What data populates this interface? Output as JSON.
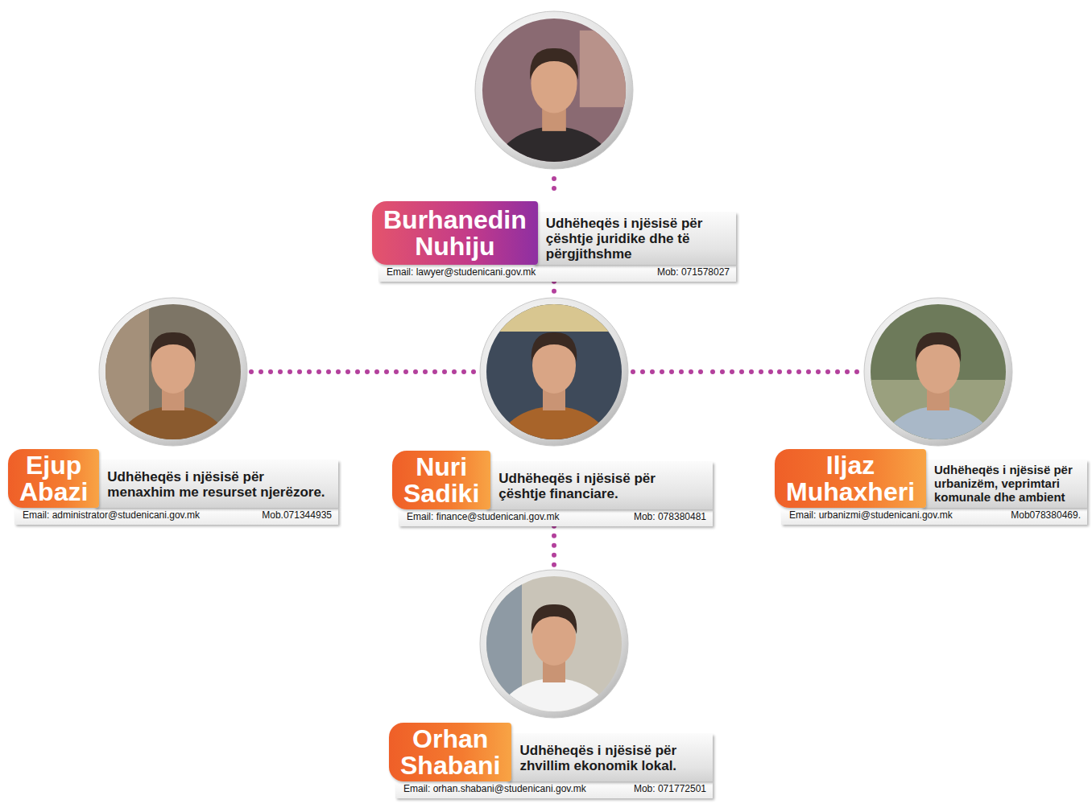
{
  "diagram": {
    "nodes": [
      {
        "text": [
          "Burhanedin Nuhiju",
          "Udhëheqës i njësisë për çështje juridike dhe të përgjithshme",
          "Email: lawyer@studenicani.gov.mk",
          "Mob: 071578027"
        ]
      },
      {
        "text": [
          "Ejup Abazi",
          "Udhëheqës i njësisë për menaxhim me resurset njerëzore.",
          "Email: administrator@studenicani.gov.mk",
          "Mob.071344935"
        ]
      },
      {
        "text": [
          "Nuri Sadiki",
          "Udhëheqës i njësisë për çështje financiare.",
          "Email: finance@studenicani.gov.mk",
          "Mob: 078380481"
        ]
      },
      {
        "text": [
          "Iljaz Muhaxheri",
          "Udhëheqës i njësisë për urbanizëm, veprimtari komunale dhe ambient",
          "Email: urbanizmi@studenicani.gov.mk",
          "Mob078380469."
        ]
      },
      {
        "text": [
          "Orhan Shabani",
          "Udhëheqës i njësisë për zhvillim ekonomik lokal.",
          "Email: orhan.shabani@studenicani.gov.mk",
          "Mob: 071772501"
        ]
      }
    ],
    "edges": [
      {
        "from": 0,
        "to": 2,
        "arrow": "none"
      },
      {
        "from": 1,
        "to": 2,
        "arrow": "none"
      },
      {
        "from": 2,
        "to": 3,
        "arrow": "none"
      },
      {
        "from": 2,
        "to": 4,
        "arrow": "none"
      }
    ]
  }
}
